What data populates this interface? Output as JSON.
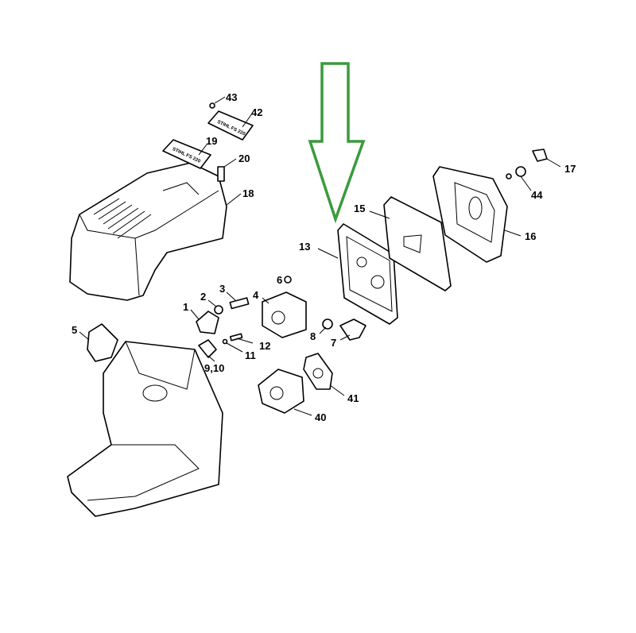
{
  "diagram": {
    "highlight_color": "#3b9a3c",
    "nameplate_text": "STIHL FS 220",
    "callouts": {
      "p43": "43",
      "p42": "42",
      "p19": "19",
      "p20": "20",
      "p18": "18",
      "p15": "15",
      "p13": "13",
      "p16": "16",
      "p17": "17",
      "p44": "44",
      "p6": "6",
      "p3": "3",
      "p2": "2",
      "p4": "4",
      "p1": "1",
      "p8": "8",
      "p7": "7",
      "p5": "5",
      "p11": "11",
      "p12": "12",
      "p9_10": "9,10",
      "p41": "41",
      "p40": "40"
    }
  }
}
